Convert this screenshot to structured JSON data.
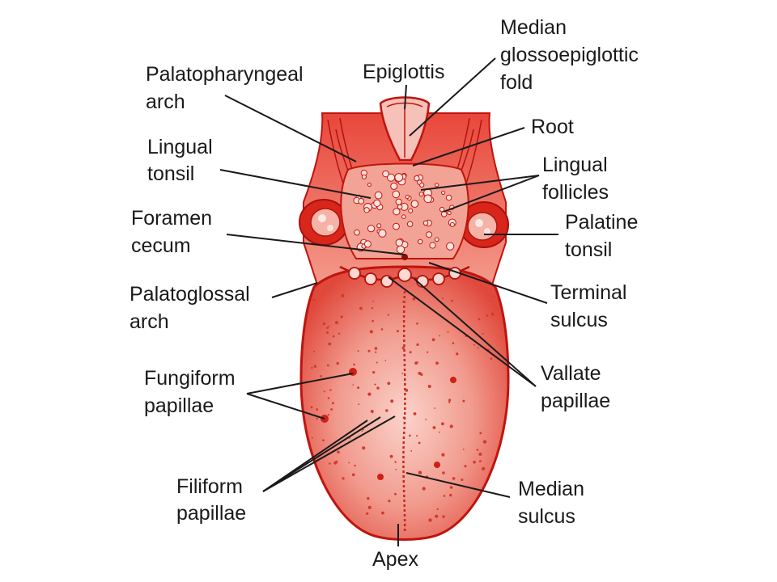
{
  "labels": {
    "epiglottis": "Epiglottis",
    "median_fold": [
      "Median",
      "glossoepiglottic",
      "fold"
    ],
    "palatopharyngeal": [
      "Palatopharyngeal",
      "arch"
    ],
    "root": "Root",
    "lingual_tonsil": [
      "Lingual",
      "tonsil"
    ],
    "lingual_follicles": [
      "Lingual",
      "follicles"
    ],
    "foramen_cecum": [
      "Foramen",
      "cecum"
    ],
    "palatine_tonsil": [
      "Palatine",
      "tonsil"
    ],
    "palatoglossal": [
      "Palatoglossal",
      "arch"
    ],
    "terminal_sulcus": [
      "Terminal",
      "sulcus"
    ],
    "fungiform": [
      "Fungiform",
      "papillae"
    ],
    "vallate": [
      "Vallate",
      "papillae"
    ],
    "filiform": [
      "Filiform",
      "papillae"
    ],
    "median_sulcus": [
      "Median",
      "sulcus"
    ],
    "apex": "Apex"
  },
  "colors": {
    "tongue_light": "#f7b0a6",
    "tongue_mid": "#ec6a5c",
    "tongue_dark": "#d9261c",
    "outline": "#c0140e",
    "leader_line": "#1a1a1a"
  }
}
